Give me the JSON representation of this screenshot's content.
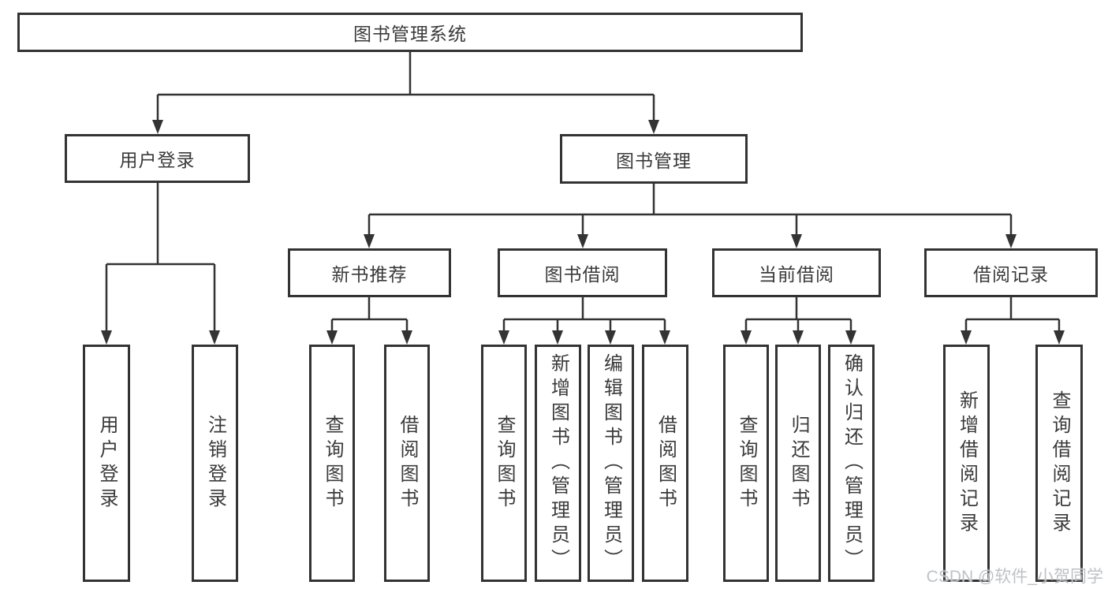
{
  "tree": {
    "label": "图书管理系统",
    "children": [
      {
        "label": "用户登录",
        "children": [
          {
            "label": "用户登录"
          },
          {
            "label": "注销登录"
          }
        ]
      },
      {
        "label": "图书管理",
        "children": [
          {
            "label": "新书推荐",
            "children": [
              {
                "label": "查询图书"
              },
              {
                "label": "借阅图书"
              }
            ]
          },
          {
            "label": "图书借阅",
            "children": [
              {
                "label": "查询图书"
              },
              {
                "label": "新增图书（管理员）"
              },
              {
                "label": "编辑图书（管理员）"
              },
              {
                "label": "借阅图书"
              }
            ]
          },
          {
            "label": "当前借阅",
            "children": [
              {
                "label": "查询图书"
              },
              {
                "label": "归还图书"
              },
              {
                "label": "确认归还（管理员）"
              }
            ]
          },
          {
            "label": "借阅记录",
            "children": [
              {
                "label": "新增借阅记录"
              },
              {
                "label": "查询借阅记录"
              }
            ]
          }
        ]
      }
    ]
  },
  "watermark": {
    "text": "CSDN @软件_小贺同学"
  },
  "colors": {
    "line": "#333333",
    "text": "#3a3a3a",
    "background": "#ffffff",
    "watermark": "#bcbec2"
  }
}
